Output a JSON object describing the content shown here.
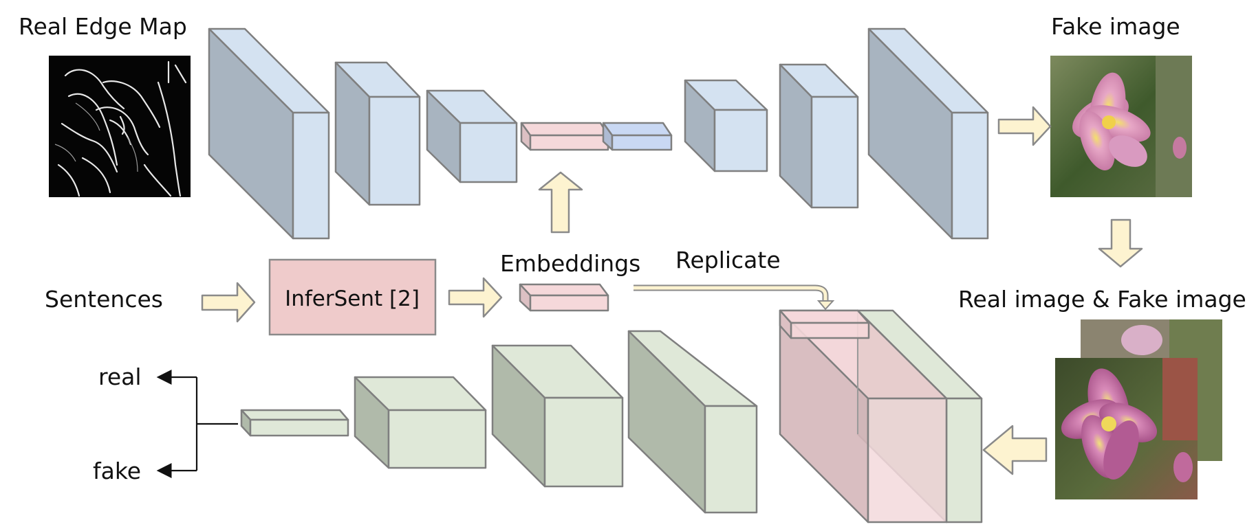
{
  "labels": {
    "real_edge_map": "Real Edge Map",
    "fake_image": "Fake image",
    "embeddings": "Embeddings",
    "replicate": "Replicate",
    "sentences": "Sentences",
    "infersent": "InferSent [2]",
    "real_and_fake": "Real image & Fake image",
    "real": "real",
    "fake": "fake"
  },
  "colors": {
    "generator_front": "#d4e2f1",
    "generator_side": "#a8b4c0",
    "discriminator_front": "#dfe8d8",
    "discriminator_side": "#b0baaa",
    "embedding": "#f5d8da",
    "infersent_box": "#efcbcb",
    "arrow_fill": "#fdf3d0"
  }
}
